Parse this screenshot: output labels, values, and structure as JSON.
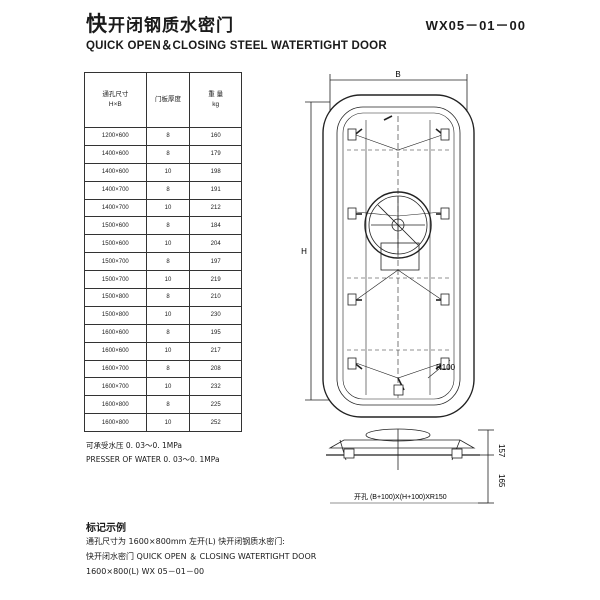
{
  "header": {
    "title_cn_first": "快",
    "title_cn_rest": "开闭钢质水密门",
    "code": "WX05－01－00",
    "title_en": "QUICK OPEN＆CLOSING STEEL WATERTIGHT DOOR"
  },
  "table": {
    "headers": [
      [
        "通孔尺寸",
        "H×B"
      ],
      [
        "门板厚度",
        ""
      ],
      [
        "重  量",
        "kg"
      ]
    ],
    "rows": [
      [
        "1200×600",
        "8",
        "160"
      ],
      [
        "1400×600",
        "8",
        "179"
      ],
      [
        "1400×600",
        "10",
        "198"
      ],
      [
        "1400×700",
        "8",
        "191"
      ],
      [
        "1400×700",
        "10",
        "212"
      ],
      [
        "1500×600",
        "8",
        "184"
      ],
      [
        "1500×600",
        "10",
        "204"
      ],
      [
        "1500×700",
        "8",
        "197"
      ],
      [
        "1500×700",
        "10",
        "219"
      ],
      [
        "1500×800",
        "8",
        "210"
      ],
      [
        "1500×800",
        "10",
        "230"
      ],
      [
        "1600×600",
        "8",
        "195"
      ],
      [
        "1600×600",
        "10",
        "217"
      ],
      [
        "1600×700",
        "8",
        "208"
      ],
      [
        "1600×700",
        "10",
        "232"
      ],
      [
        "1600×800",
        "8",
        "225"
      ],
      [
        "1600×800",
        "10",
        "252"
      ]
    ]
  },
  "notes": {
    "pressure_cn": "可承受水压 0. 03～0. 1MPa",
    "pressure_en": "PRESSER OF WATER 0. 03～0. 1MPa"
  },
  "example": {
    "title": "标记示例",
    "line1": "通孔尺寸为 1600×800mm 左开(L) 快开闭钢质水密门:",
    "line2": "快开闭水密门 QUICK OPEN ＆ CLOSING WATERTIGHT DOOR",
    "line3": "1600×800(L) WX 05－01－00"
  },
  "drawing": {
    "width_label": "B",
    "height_label": "H",
    "radius_label": "R100",
    "dim_top": "157",
    "dim_bottom": "165",
    "opening_label": "开孔 (B+100)X(H+100)XR150"
  }
}
